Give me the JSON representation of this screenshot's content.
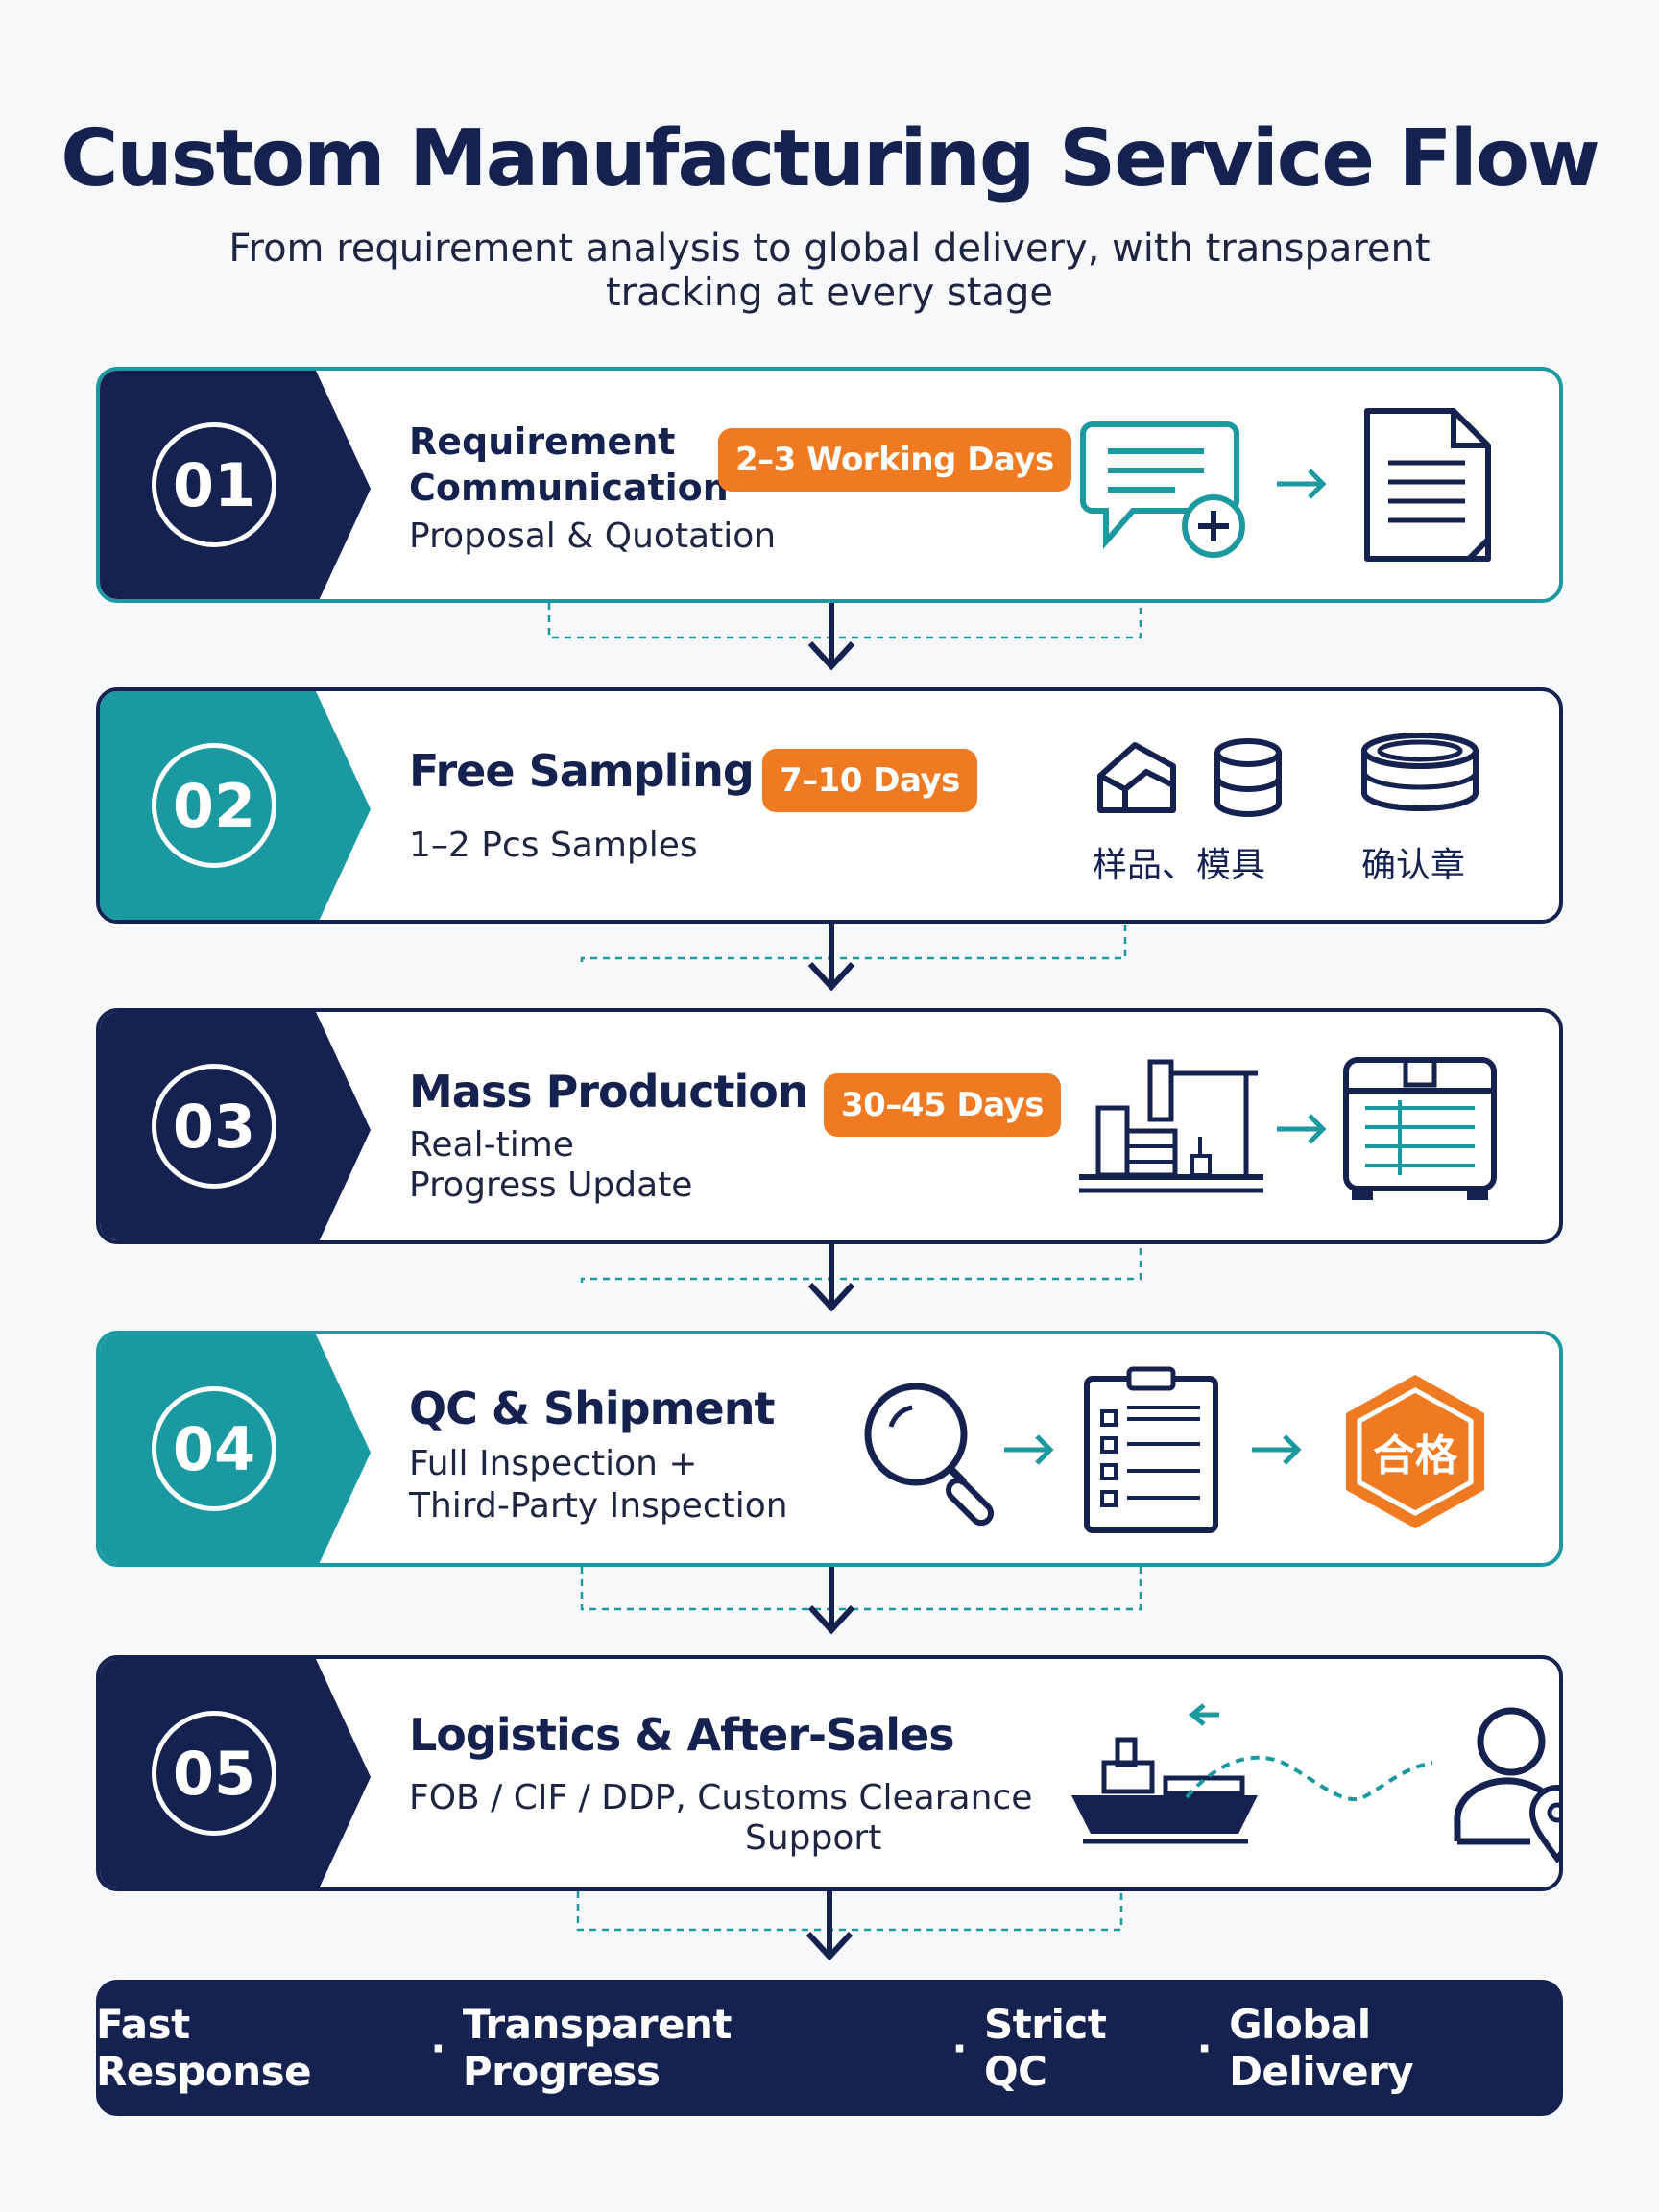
{
  "title": "Custom Manufacturing Service Flow",
  "subtitle": "From requirement analysis to global delivery, with transparent tracking at every stage",
  "colors": {
    "navy": "#15224f",
    "teal": "#1a9aa0",
    "orange": "#f07a22"
  },
  "steps": [
    {
      "number": "01",
      "title_line1": "Requirement",
      "title_line2": "Communication",
      "desc": "Proposal & Quotation",
      "badge": "2–3 Working Days",
      "icons": [
        "chat-add-icon",
        "arrow-right-icon",
        "document-icon"
      ]
    },
    {
      "number": "02",
      "title": "Free Sampling",
      "desc": "1–2 Pcs Samples",
      "badge": "7–10 Days",
      "icons": [
        "samples-box-icon",
        "mold-cylinder-icon",
        "confirmation-stamp-icon"
      ],
      "icon_labels": [
        "样品、模具",
        "确认章"
      ]
    },
    {
      "number": "03",
      "title": "Mass Production",
      "desc_line1": "Real-time",
      "desc_line2": "Progress Update",
      "badge": "30–45 Days",
      "icons": [
        "factory-icon",
        "arrow-right-icon",
        "packed-box-icon"
      ]
    },
    {
      "number": "04",
      "title": "QC & Shipment",
      "desc_line1": "Full Inspection +",
      "desc_line2": "Third-Party Inspection",
      "icons": [
        "magnifier-icon",
        "arrow-right-icon",
        "checklist-icon",
        "arrow-right-icon",
        "qualified-badge-icon"
      ],
      "qualified_label": "合格"
    },
    {
      "number": "05",
      "title": "Logistics & After-Sales",
      "desc_line1": "FOB / CIF / DDP, Customs Clearance",
      "desc_line2": "Support",
      "icons": [
        "cargo-ship-icon",
        "route-arrow-icon",
        "customer-location-icon"
      ]
    }
  ],
  "footer": {
    "items": [
      "Fast Response",
      "Transparent Progress",
      "Strict QC",
      "Global Delivery"
    ],
    "separator": "·"
  }
}
